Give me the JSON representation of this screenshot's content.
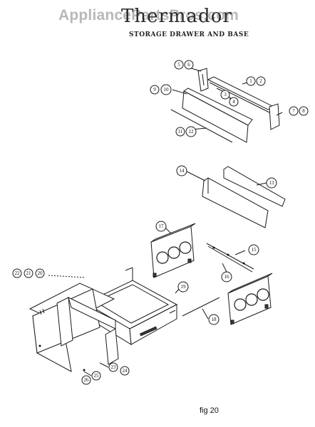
{
  "header": {
    "watermark": "AppliancePartsPros.com",
    "brand": "Thermador",
    "subtitle": "STORAGE DRAWER AND BASE"
  },
  "footer": {
    "figure_label": "fig 20"
  },
  "callouts": {
    "c1": "1",
    "c2": "2",
    "c3": "3",
    "c4": "4",
    "c5": "5",
    "c6": "6",
    "c7": "7",
    "c8": "8",
    "c9": "9",
    "c10": "10",
    "c11": "11",
    "c12": "12",
    "c13": "13",
    "c14": "14",
    "c15": "15",
    "c16": "16",
    "c17": "17",
    "c18": "18",
    "c19": "19",
    "c20": "20",
    "c21": "21",
    "c22": "22",
    "c23": "23",
    "c24": "24",
    "c25": "25",
    "c26": "26"
  }
}
